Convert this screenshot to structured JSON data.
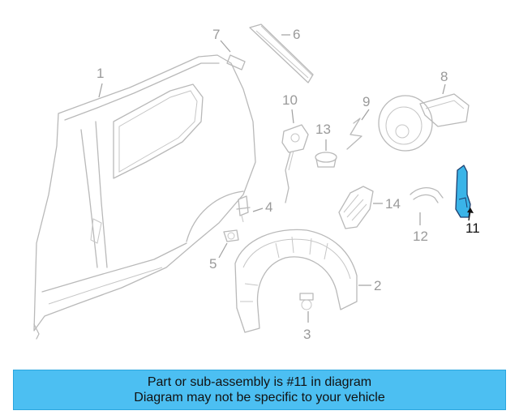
{
  "callouts": [
    {
      "id": "1",
      "label": "1"
    },
    {
      "id": "2",
      "label": "2"
    },
    {
      "id": "3",
      "label": "3"
    },
    {
      "id": "4",
      "label": "4"
    },
    {
      "id": "5",
      "label": "5"
    },
    {
      "id": "6",
      "label": "6"
    },
    {
      "id": "7",
      "label": "7"
    },
    {
      "id": "8",
      "label": "8"
    },
    {
      "id": "9",
      "label": "9"
    },
    {
      "id": "10",
      "label": "10"
    },
    {
      "id": "11",
      "label": "11",
      "highlighted": true
    },
    {
      "id": "12",
      "label": "12"
    },
    {
      "id": "13",
      "label": "13"
    },
    {
      "id": "14",
      "label": "14"
    }
  ],
  "banner": {
    "line1": "Part or sub-assembly is #11 in diagram",
    "line2": "Diagram may not be specific to your vehicle",
    "background_color": "#4cbff2"
  },
  "colors": {
    "line_art": "#b9b9b9",
    "highlight_part": "#3ab4e8"
  }
}
